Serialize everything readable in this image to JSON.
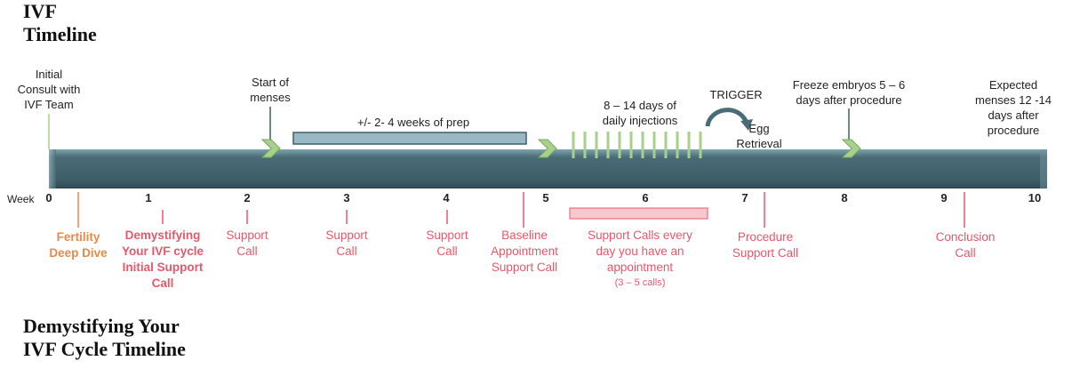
{
  "title": {
    "line1": "IVF",
    "line2": "Timeline"
  },
  "bottom_title": {
    "line1": "Demystifying Your",
    "line2": "IVF Cycle Timeline"
  },
  "week_label": "Week",
  "weeks": [
    "0",
    "1",
    "2",
    "3",
    "4",
    "5",
    "6",
    "7",
    "8",
    "9",
    "10"
  ],
  "top_events": {
    "initial_consult": [
      "Initial",
      "Consult with",
      "IVF Team"
    ],
    "start_menses": [
      "Start of",
      "menses"
    ],
    "prep": "+/- 2- 4 weeks of prep",
    "injections": [
      "8 – 14 days of",
      "daily injections"
    ],
    "trigger": "TRIGGER",
    "egg_retrieval": [
      "Egg",
      "Retrieval"
    ],
    "freeze": [
      "Freeze embryos 5 – 6",
      "days after procedure"
    ],
    "expected_menses": [
      "Expected",
      "menses 12 -14",
      "days after",
      "procedure"
    ]
  },
  "bottom_events": {
    "fertility": [
      "Fertility",
      "Deep Dive"
    ],
    "demystifying": [
      "Demystifying",
      "Your IVF cycle",
      "Initial Support",
      "Call"
    ],
    "support_w2": [
      "Support",
      "Call"
    ],
    "support_w3": [
      "Support",
      "Call"
    ],
    "support_w4": [
      "Support",
      "Call"
    ],
    "baseline": [
      "Baseline",
      "Appointment",
      "Support Call"
    ],
    "support_every_day": [
      "Support Calls every",
      "day you have an",
      "appointment"
    ],
    "calls_count": "(3 – 5 calls)",
    "procedure": [
      "Procedure",
      "Support Call"
    ],
    "conclusion": [
      "Conclusion",
      "Call"
    ]
  },
  "colors": {
    "bar": "#3f5f68",
    "accent_red": "#e8586a",
    "accent_orange": "#e8894a",
    "prep_bar": "#9ab8c4",
    "injection_ticks": "#a8d08d",
    "support_box": "#f8c8cc"
  }
}
